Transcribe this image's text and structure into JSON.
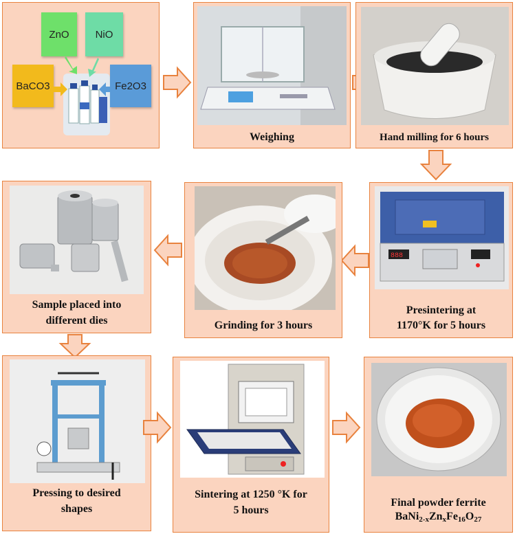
{
  "steps": {
    "reagents": {
      "chemicals": {
        "zno": "ZnO",
        "nio": "NiO",
        "baco3": "BaCO3",
        "fe2o3": "Fe2O3"
      }
    },
    "weighing": {
      "caption": "Weighing"
    },
    "hand_milling": {
      "caption": "Hand milling for 6 hours"
    },
    "presintering": {
      "line1": "Presintering at",
      "line2": "1170°K for 5 hours"
    },
    "grinding": {
      "caption": "Grinding for 3 hours"
    },
    "dies": {
      "line1": "Sample placed into",
      "line2": "different dies"
    },
    "pressing": {
      "line1": "Pressing to desired",
      "line2": "shapes"
    },
    "sintering": {
      "line1": "Sintering at 1250 °K for",
      "line2": "5 hours"
    },
    "final": {
      "line1": "Final powder ferrite",
      "formula": {
        "p1": "BaNi",
        "s1": "2-x",
        "p2": "Zn",
        "s2": "x",
        "p3": "Fe",
        "s3": "16",
        "p4": "O",
        "s4": "27"
      }
    }
  },
  "colors": {
    "box_fill": "#fbd4bf",
    "box_border": "#e8823e",
    "arrow_fill": "#fbd4bf",
    "arrow_stroke": "#e8823e"
  }
}
